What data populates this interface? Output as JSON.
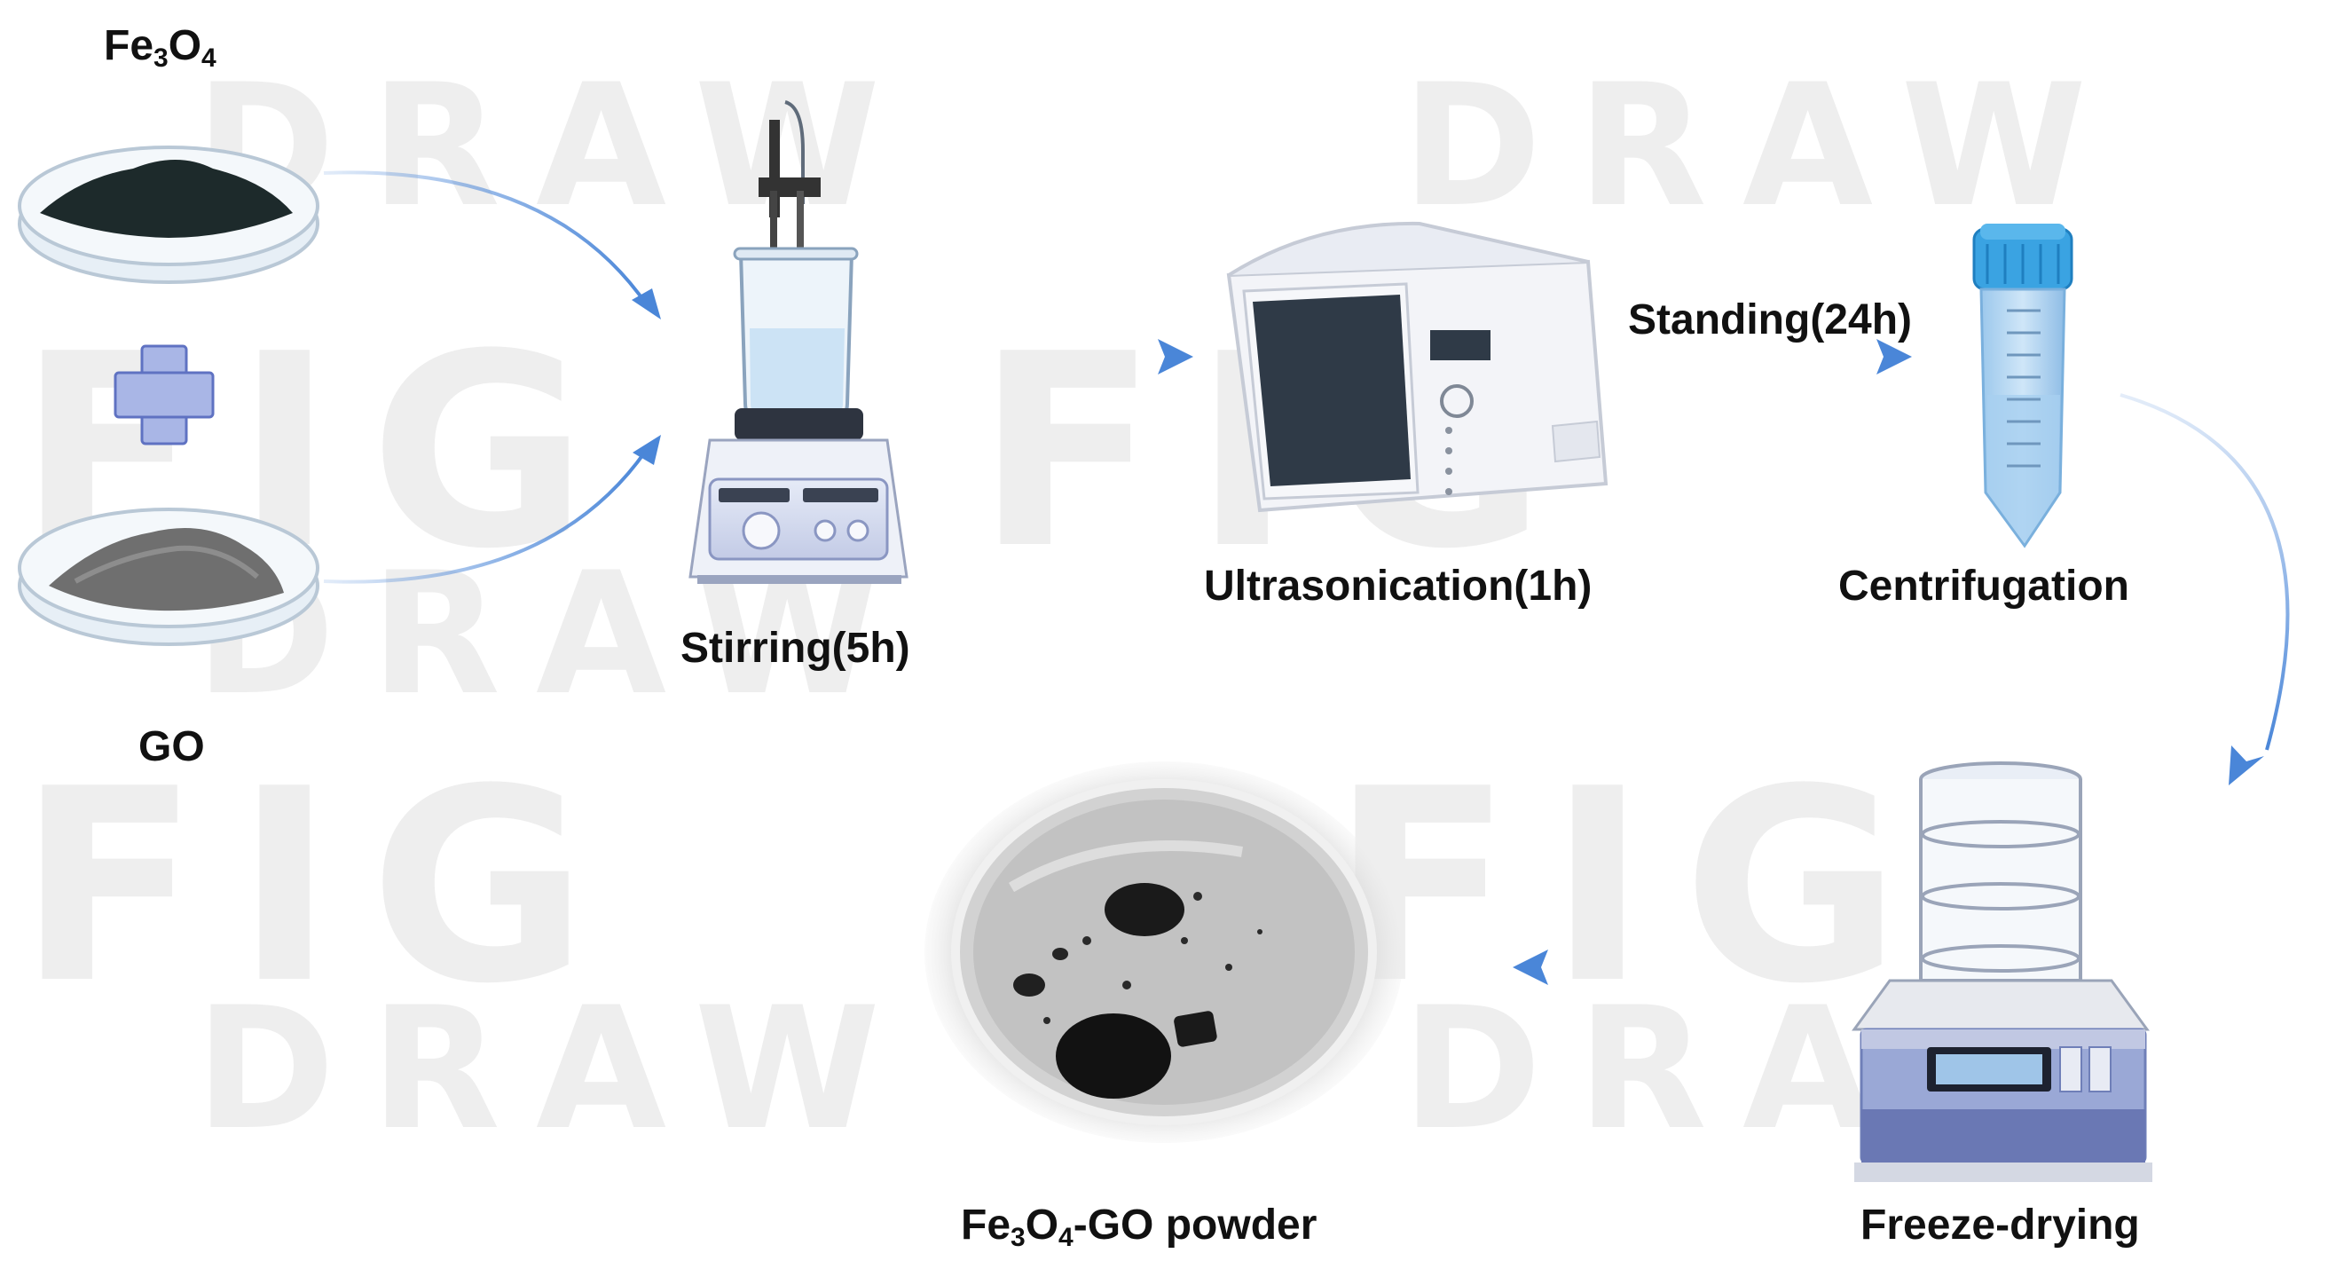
{
  "watermark": {
    "draw": "DRAW",
    "fig": "FIG"
  },
  "labels": {
    "fe3o4_base": "Fe",
    "fe3o4_sub1": "3",
    "fe3o4_mid": "O",
    "fe3o4_sub2": "4",
    "go": "GO",
    "stirring": "Stirring(5h)",
    "ultrasonication": "Ultrasonication(1h)",
    "standing": "Standing(24h)",
    "centrifugation": "Centrifugation",
    "freeze_drying": "Freeze-drying",
    "product_base": "Fe",
    "product_sub1": "3",
    "product_mid": "O",
    "product_sub2": "4",
    "product_rest": "-GO powder"
  },
  "colors": {
    "arrow": "#4a86d8",
    "label": "#111111",
    "watermark": "#eeeeee",
    "plus": "#a9b6e6"
  }
}
